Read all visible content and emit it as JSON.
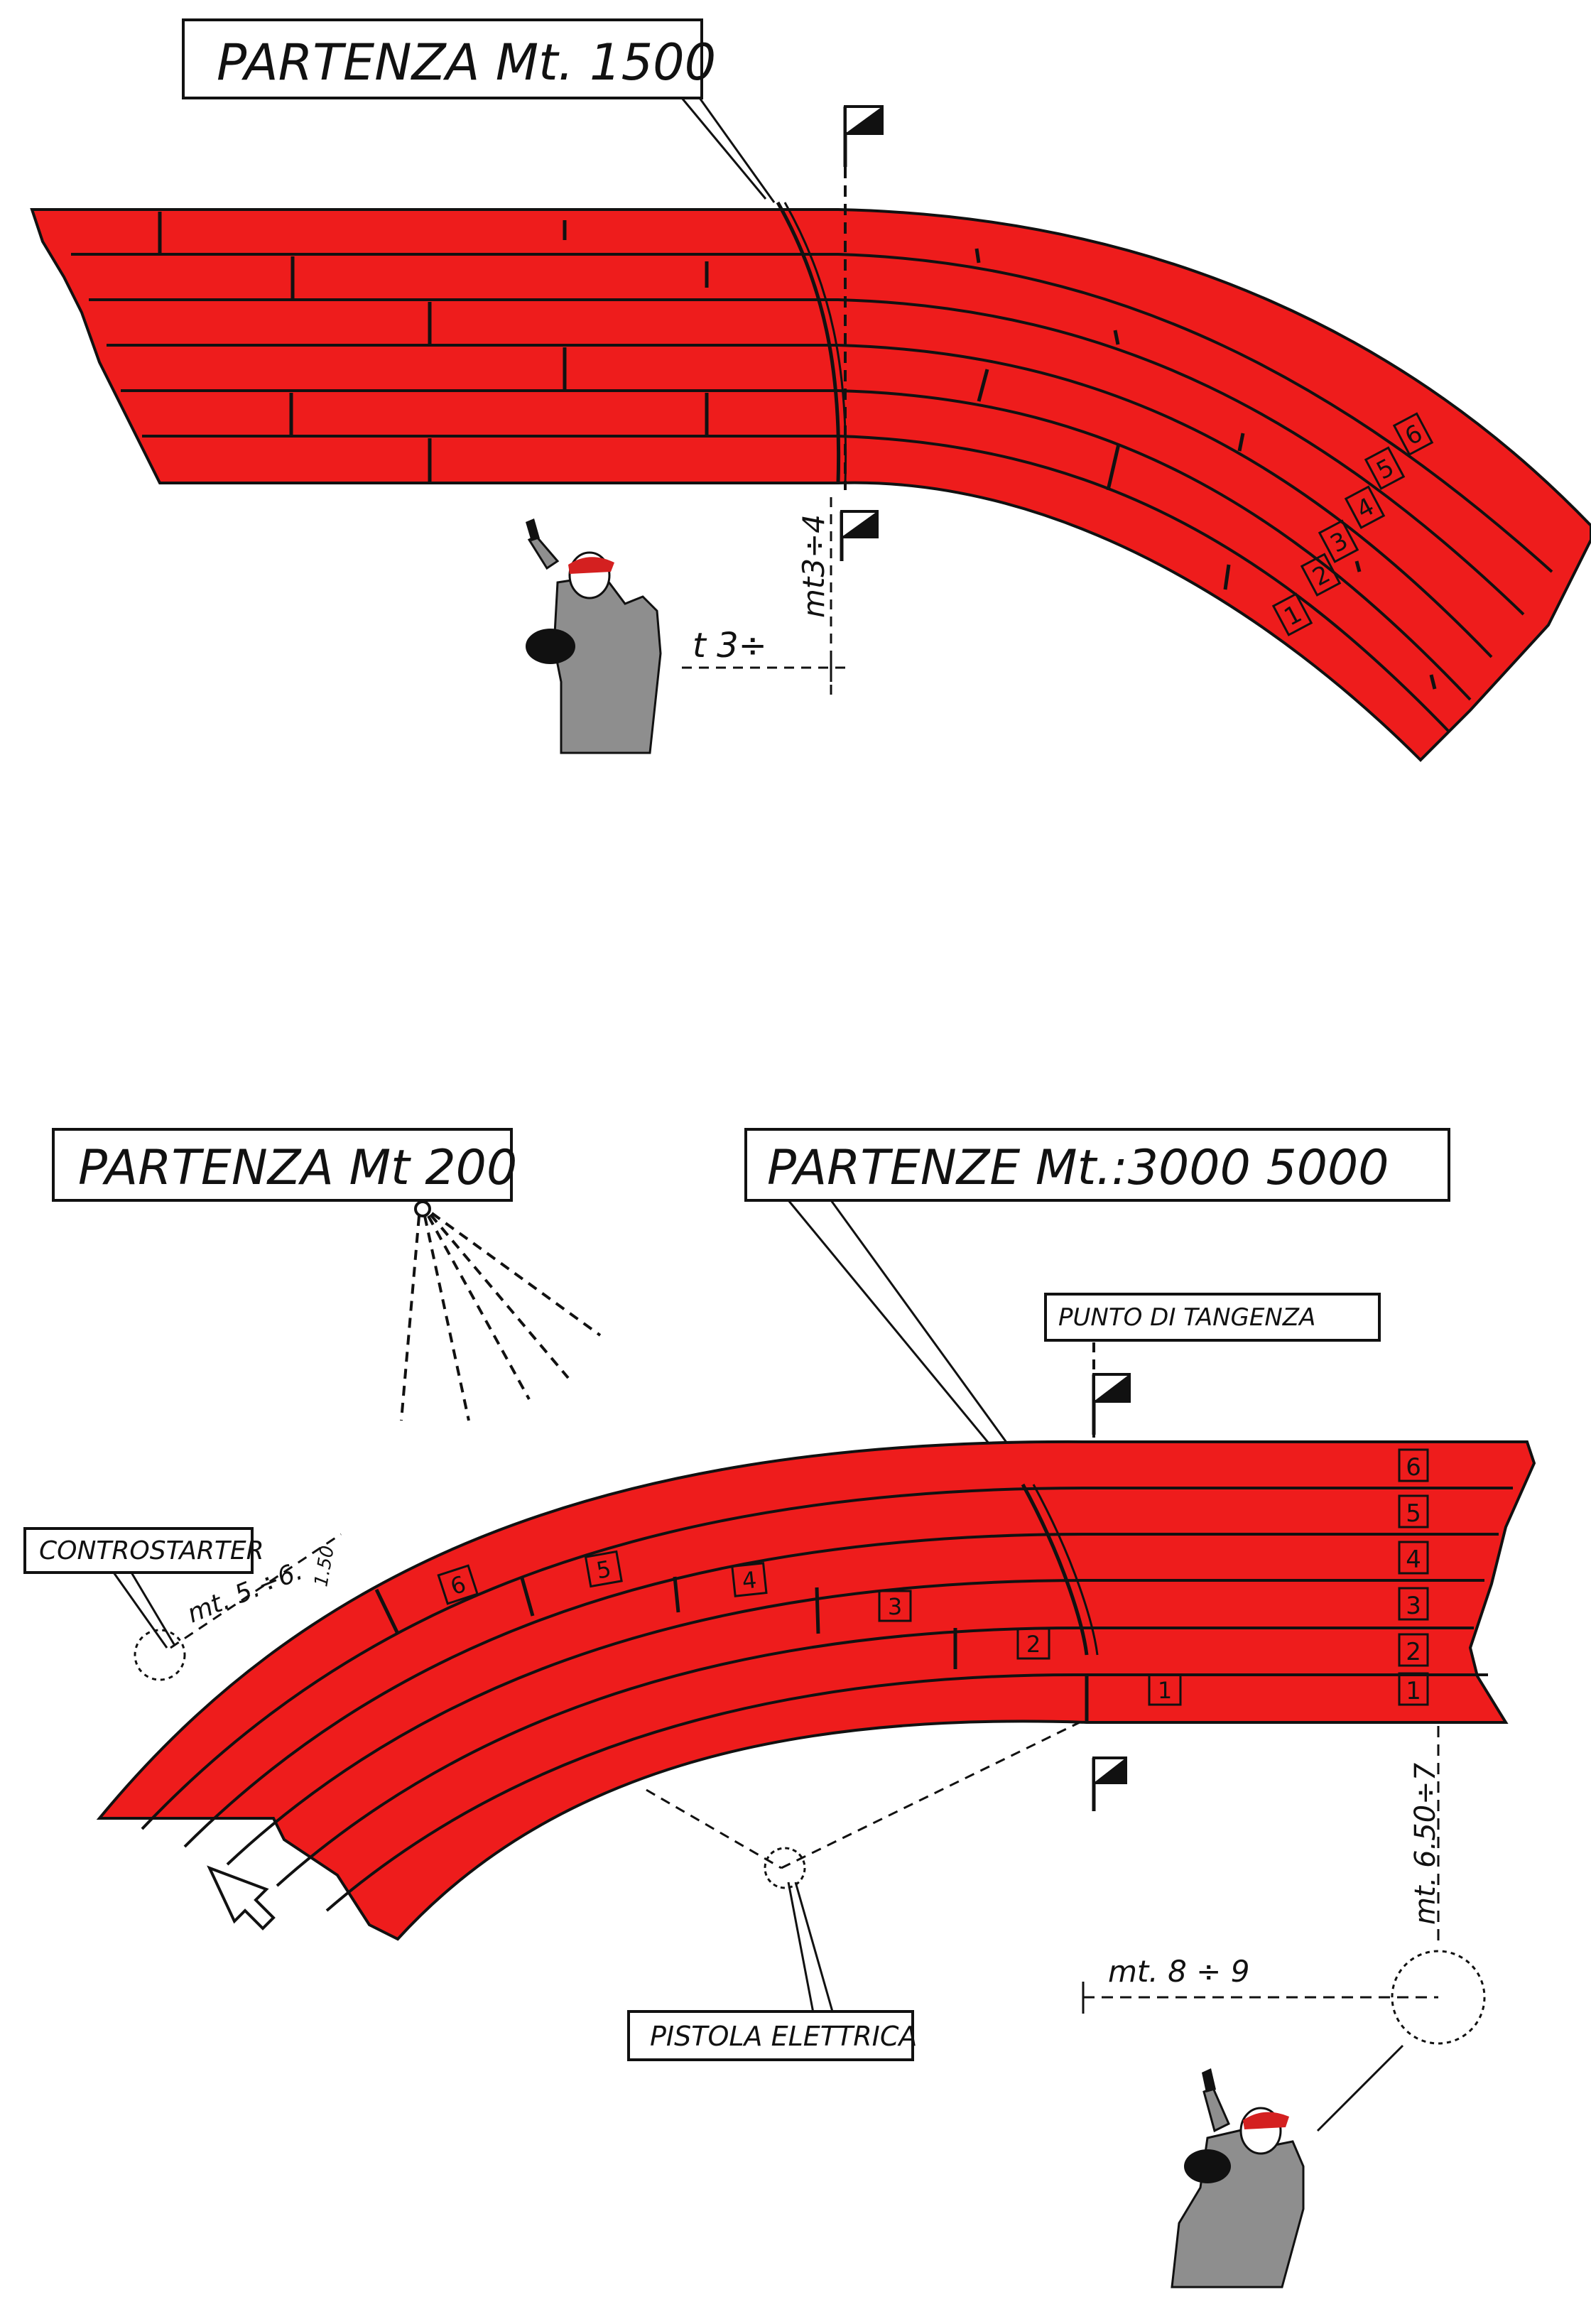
{
  "colors": {
    "track": "#ee1c1c",
    "ink": "#111111",
    "starter_body": "#8e8e8e",
    "starter_cap": "#d42020",
    "paper": "#ffffff"
  },
  "top_diagram": {
    "start_label": "PARTENZA Mt. 1500",
    "dimension_vertical": "mt3÷4",
    "dimension_horizontal": "t 3÷",
    "lane_numbers": [
      "1",
      "2",
      "3",
      "4",
      "5",
      "6"
    ]
  },
  "bottom_diagram": {
    "start_label_200": "PARTENZA Mt 200",
    "start_label_long": "PARTENZE Mt.:3000  5000",
    "tangent_point_label": "PUNTO DI TANGENZA",
    "controstarter_label": "CONTROSTARTER",
    "controstarter_distance": "mt. 5.÷6.",
    "controstarter_offset": "1.50",
    "pistol_label": "PISTOLA ELETTRICA",
    "starter_vertical_distance": "mt. 6.50÷7",
    "starter_horizontal_distance": "mt. 8 ÷ 9",
    "lane_numbers": [
      "1",
      "2",
      "3",
      "4",
      "5",
      "6"
    ]
  },
  "icons": [
    "flag-icon",
    "starter-official-icon",
    "arrow-icon",
    "loudspeaker-icon"
  ]
}
